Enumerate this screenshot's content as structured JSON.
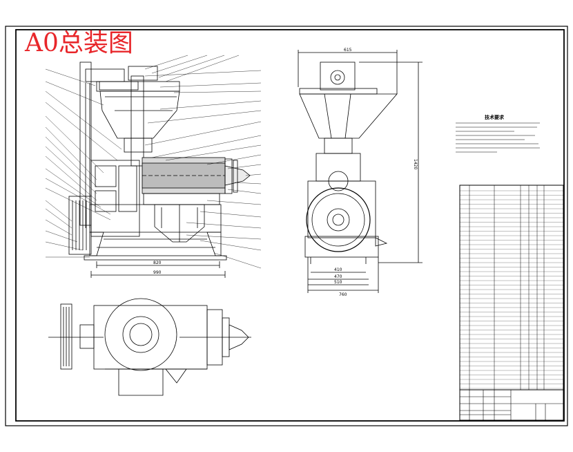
{
  "title": "A0总装图",
  "dimensions": {
    "front_width_inner": "820",
    "front_width_outer": "990",
    "side_top_width": "615",
    "side_height": "1420",
    "side_base_1": "410",
    "side_base_2": "470",
    "side_base_3": "510",
    "side_base_total": "760"
  },
  "notes": {
    "heading": "技术要求"
  },
  "colors": {
    "title": "#e8262a",
    "line": "#000000",
    "background": "#ffffff"
  }
}
